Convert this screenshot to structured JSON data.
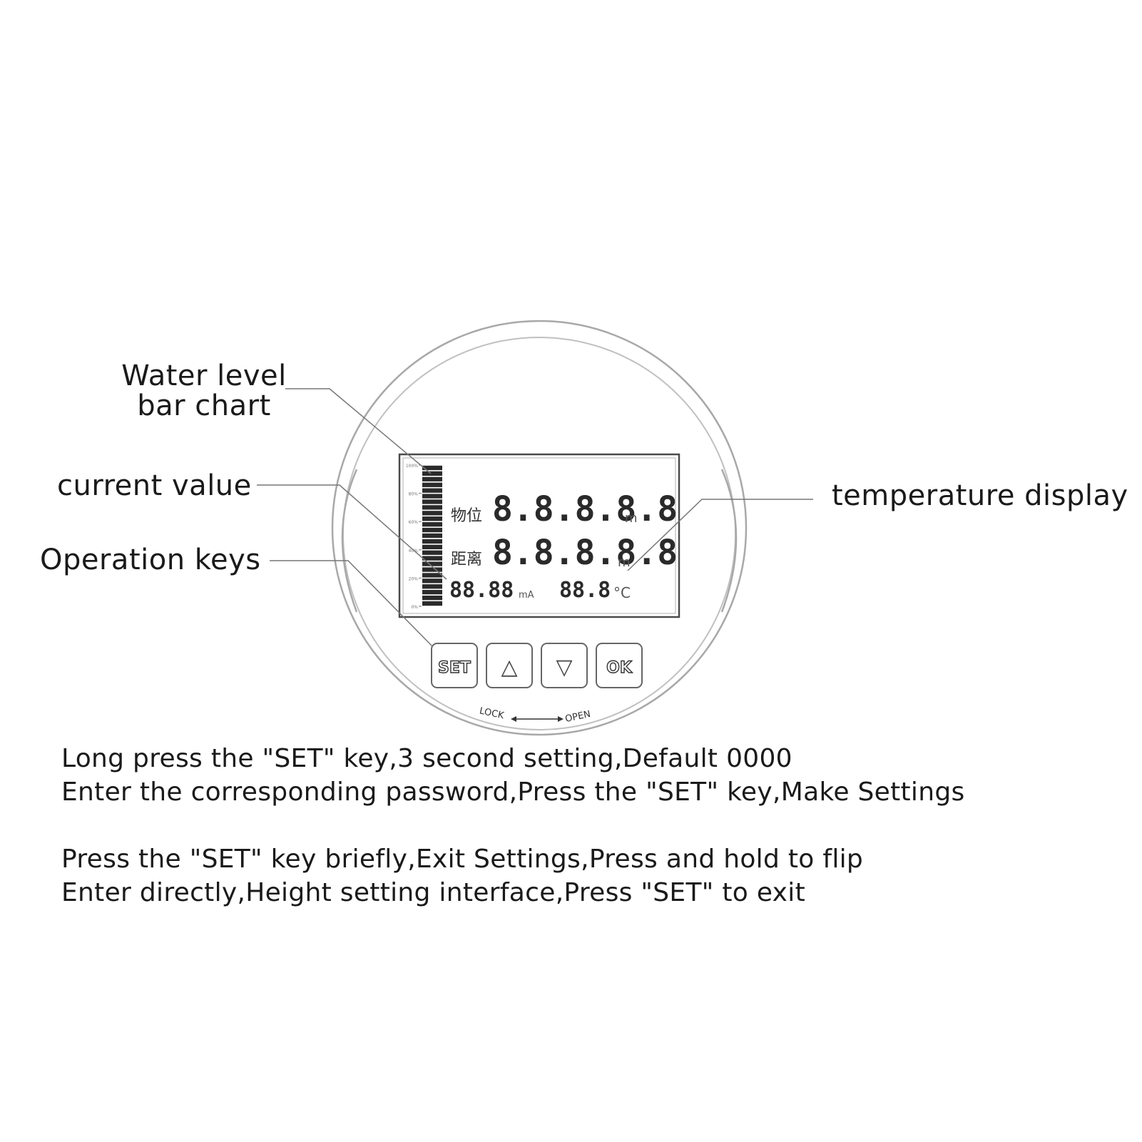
{
  "callouts": {
    "water_level_line1": "Water level",
    "water_level_line2": "bar chart",
    "current_value": "current value",
    "operation_keys": "Operation keys",
    "temperature_display": "temperature display"
  },
  "lcd": {
    "level_label": "物位",
    "level_value": "8.8.8.8.8",
    "level_unit": "m",
    "distance_label": "距离",
    "distance_value": "8.8.8.8.8",
    "distance_unit": "m",
    "current_value": "88.88",
    "current_unit": "mA",
    "temperature_value": "88.8",
    "temperature_unit": "°C",
    "bar_scale": [
      "100%",
      "80%",
      "60%",
      "40%",
      "20%",
      "0%"
    ]
  },
  "keys": {
    "set": "SET",
    "up": "△",
    "down": "▽",
    "ok": "OK"
  },
  "switch": {
    "lock": "LOCK",
    "open": "OPEN"
  },
  "instructions": {
    "line1": "Long press the \"SET\" key,3 second setting,Default 0000",
    "line2": "Enter the corresponding password,Press the \"SET\" key,Make Settings",
    "line3": "Press the \"SET\" key briefly,Exit Settings,Press and hold to flip",
    "line4": "Enter directly,Height setting interface,Press \"SET\" to exit"
  }
}
